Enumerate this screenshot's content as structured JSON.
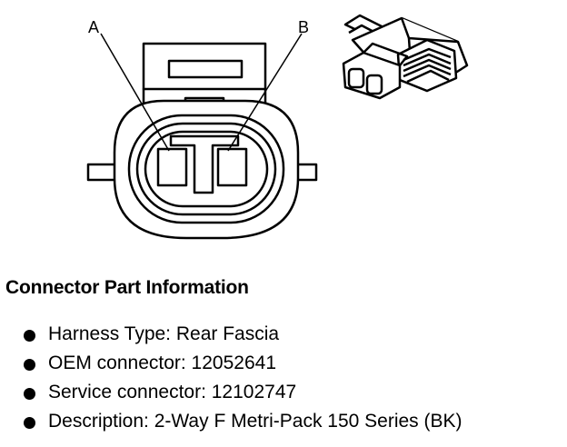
{
  "diagram": {
    "callouts": [
      {
        "label": "A"
      },
      {
        "label": "B"
      }
    ],
    "line_color": "#000000",
    "background_color": "#ffffff"
  },
  "section": {
    "title": "Connector Part Information"
  },
  "info_items": [
    {
      "text": "Harness Type: Rear Fascia"
    },
    {
      "text": "OEM connector: 12052641"
    },
    {
      "text": "Service connector: 12102747"
    },
    {
      "text": "Description: 2-Way F Metri-Pack 150 Series (BK)"
    }
  ]
}
